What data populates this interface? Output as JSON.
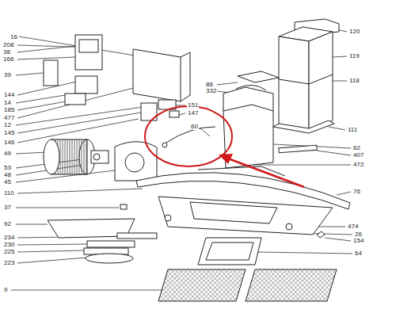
{
  "diagram": {
    "labels": [
      "16",
      "208",
      "38",
      "166",
      "39",
      "144",
      "14",
      "185",
      "477",
      "12",
      "145",
      "146",
      "49",
      "53",
      "48",
      "45",
      "110",
      "37",
      "92",
      "234",
      "230",
      "225",
      "223",
      "9",
      "86",
      "332",
      "151",
      "147",
      "60",
      "120",
      "119",
      "118",
      "111",
      "62",
      "407",
      "472",
      "76",
      "474",
      "26",
      "154",
      "64"
    ]
  }
}
